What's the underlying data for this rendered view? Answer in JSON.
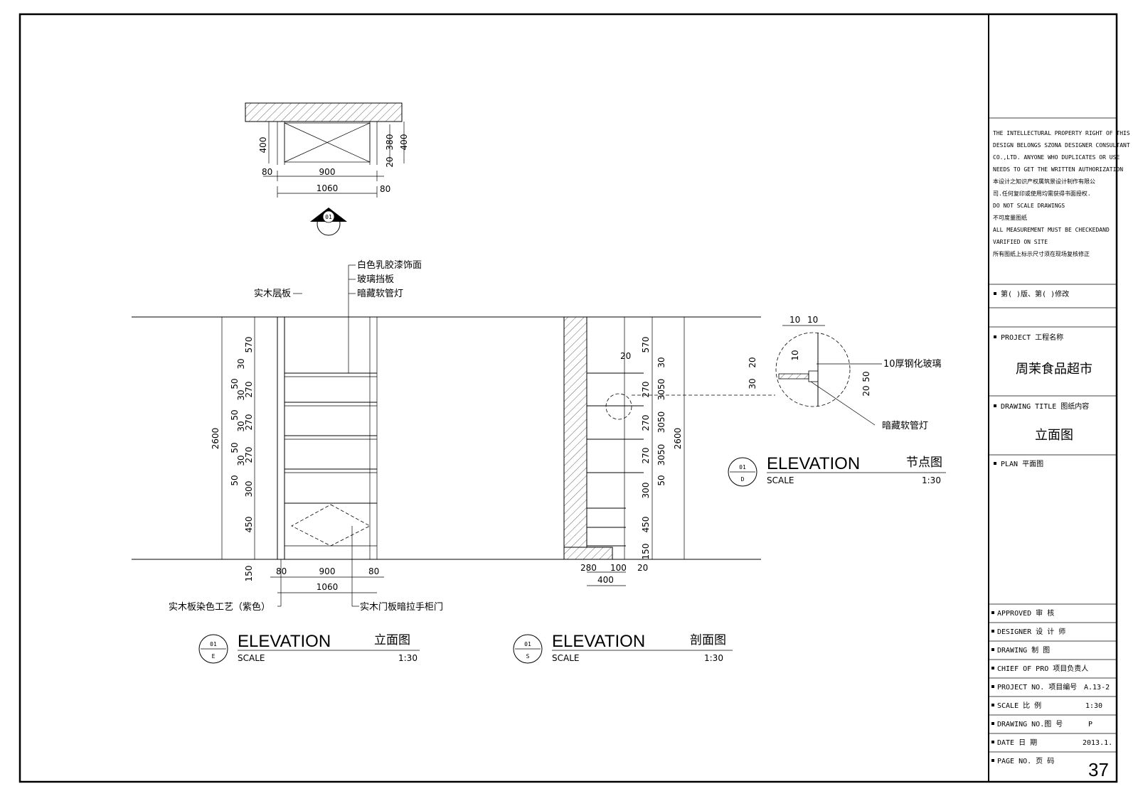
{
  "plan": {
    "dims": {
      "d400a": "400",
      "d380": "380",
      "d400b": "400",
      "d20": "20",
      "d80a": "80",
      "d900": "900",
      "d1060": "1060",
      "d80b": "80"
    },
    "marker": "01"
  },
  "elevation_e": {
    "callouts": {
      "finish": "白色乳胶漆饰面",
      "glass": "玻璃挡板",
      "light": "暗藏软管灯",
      "shelf": "实木层板",
      "stain": "实木板染色工艺（紫色）",
      "door": "实木门板暗拉手柜门"
    },
    "dims": {
      "h570": "570",
      "h30a": "30",
      "h50a": "50",
      "h30b": "30",
      "h270a": "270",
      "h50b": "50",
      "h30c": "30",
      "h270b": "270",
      "h50c": "50",
      "h30d": "30",
      "h270c": "270",
      "h50d": "50",
      "h300": "300",
      "h450": "450",
      "h150": "150",
      "total": "2600",
      "b80a": "80",
      "b900": "900",
      "b80b": "80",
      "b1060": "1060"
    },
    "title": {
      "main": "ELEVATION",
      "cn": "立面图",
      "scale_label": "SCALE",
      "scale": "1:30",
      "num": "01",
      "letter": "E"
    }
  },
  "section_s": {
    "dims": {
      "h570": "570",
      "h30": "30",
      "h20": "20",
      "h270a": "270",
      "h3050a": "3050",
      "h270b": "270",
      "h3050b": "3050",
      "h270c": "270",
      "h3050c": "3050",
      "h50": "50",
      "h300": "300",
      "h450": "450",
      "h150": "150",
      "total": "2600",
      "b280": "280",
      "b100": "100",
      "b20": "20",
      "b400": "400"
    },
    "title": {
      "main": "ELEVATION",
      "cn": "剖面图",
      "scale_label": "SCALE",
      "scale": "1:30",
      "num": "01",
      "letter": "S"
    }
  },
  "detail_d": {
    "dims": {
      "t10a": "10",
      "t10b": "10",
      "v10": "10",
      "v20": "20",
      "v30": "30",
      "v50": "50",
      "v20b": "20"
    },
    "callouts": {
      "glass": "10厚钢化玻璃",
      "light": "暗藏软管灯"
    },
    "title": {
      "main": "ELEVATION",
      "cn": "节点图",
      "scale_label": "SCALE",
      "scale": "1:30",
      "num": "01",
      "letter": "D"
    }
  },
  "title_block": {
    "notice": [
      "THE INTELLECTURAL PROPERTY RIGHT OF THIS",
      "DESIGN BELONGS SZONA DESIGNER CONSULTANT",
      "CO.,LTD. ANYONE WHO DUPLICATES OR USE",
      "NEEDS TO GET THE WRITTEN AUTHORIZATION",
      "本设计之知识产权属筑景设计制作有限公",
      "司.任何复印或使用均需获得书面授权.",
      "DO NOT SCALE DRAWINGS",
      "不可度量图纸",
      "ALL MEASUREMENT MUST BE CHECKEDAND",
      "VARIFIED ON SITE",
      "所有图纸上标示尺寸须在现场复核修正"
    ],
    "revision": "第(      )版、第(      )修改",
    "project_label": "PROJECT    工程名称",
    "project_name": "周茉食品超市",
    "drawing_title_label": "DRAWING TITLE  图纸内容",
    "drawing_title": "立面图",
    "plan_label": "PLAN  平面图",
    "rows": [
      {
        "label": "APPROVED   审  核",
        "value": ""
      },
      {
        "label": "DESIGNER   设 计 师",
        "value": ""
      },
      {
        "label": "DRAWING    制    图",
        "value": ""
      },
      {
        "label": "CHIEF OF PRO 项目负责人",
        "value": ""
      },
      {
        "label": "PROJECT NO. 项目编号",
        "value": "A.13-2"
      },
      {
        "label": "SCALE      比    例",
        "value": "1:30"
      },
      {
        "label": "DRAWING NO.图    号",
        "value": "P"
      },
      {
        "label": "DATE       日    期",
        "value": "2013.1."
      },
      {
        "label": "PAGE NO.   页    码",
        "value": "37"
      }
    ]
  }
}
